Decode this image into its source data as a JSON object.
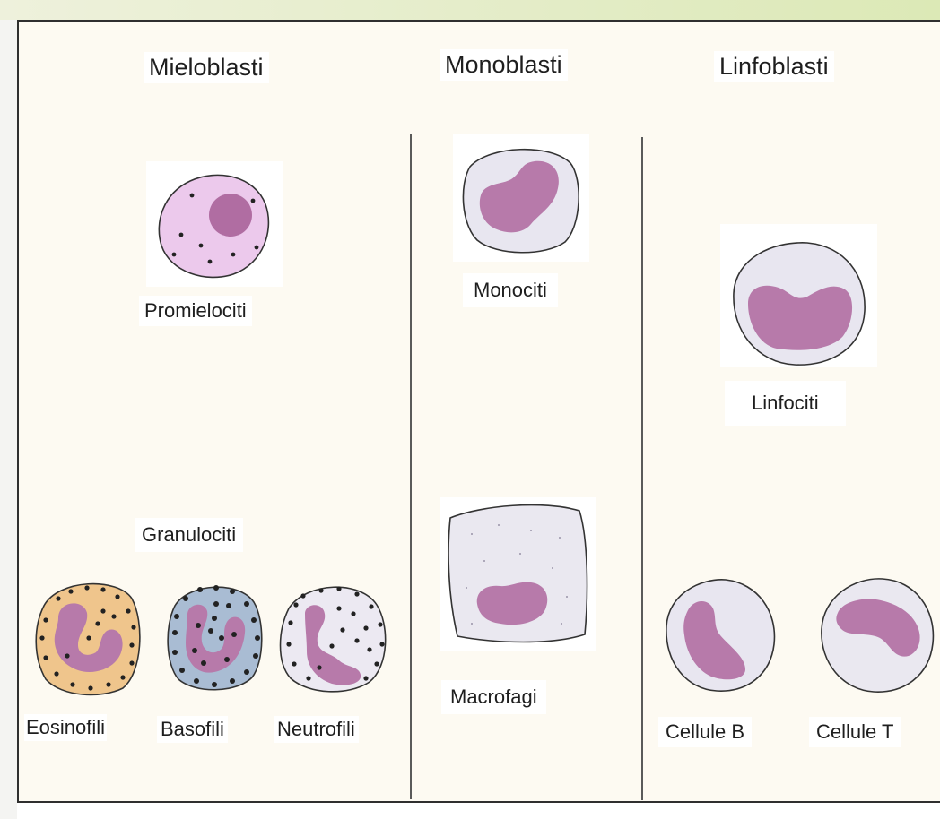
{
  "columns": {
    "myeloblasts": "Mieloblasti",
    "monoblasts": "Monoblasti",
    "lymphoblasts": "Linfoblasti"
  },
  "cells": {
    "promyelocytes": "Promielociti",
    "granulocytes": "Granulociti",
    "eosinophils": "Eosinofili",
    "basophils": "Basofili",
    "neutrophils": "Neutrofili",
    "monocytes": "Monociti",
    "macrophages": "Macrofagi",
    "lymphocytes": "Linfociti",
    "b_cells": "Cellule B",
    "t_cells": "Cellule T"
  },
  "colors": {
    "panel_background": "#fdfaf2",
    "nucleus": "#b77aaa",
    "promyelocyte_cytoplasm": "#ecc9ec",
    "eosinophil_cytoplasm": "#efc58c",
    "basophil_cytoplasm": "#a9bcd3",
    "pale_cytoplasm": "#e8e6f0"
  }
}
